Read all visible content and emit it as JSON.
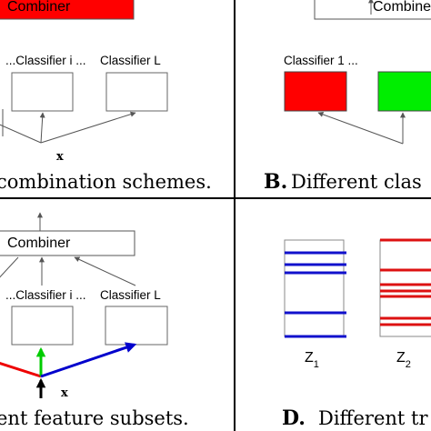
{
  "panel_a": {
    "combiner": "Combiner",
    "classifier_i": "...Classifier i ...",
    "classifier_l": "Classifier L",
    "input": "x",
    "caption": "combination schemes."
  },
  "panel_b": {
    "combiner": "Combiner",
    "classifier_1": "Classifier 1 ...",
    "caption_letter": "B.",
    "caption_text": "Different clas"
  },
  "panel_c": {
    "combiner": "Combiner",
    "classifier_i": "...Classifier i ...",
    "classifier_l": "Classifier L",
    "input": "x",
    "caption": "ent feature subsets."
  },
  "panel_d": {
    "z1_letter": "Z",
    "z1_sub": "1",
    "z2_letter": "Z",
    "z2_sub": "2",
    "caption_letter": "D.",
    "caption_text": "Different tr"
  },
  "colors": {
    "combiner_fill_a": "#ff0000",
    "classifier_red": "#ff0000",
    "classifier_green": "#00ee00",
    "arrow_red": "#ee0000",
    "arrow_green": "#00cc00",
    "arrow_blue": "#0000cc",
    "stripe_blue": "#1111cc",
    "stripe_red": "#dd1111"
  }
}
